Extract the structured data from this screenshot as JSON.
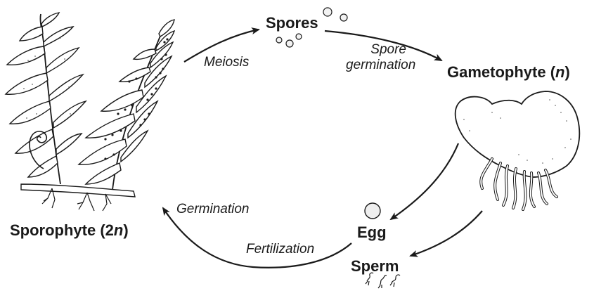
{
  "diagram": {
    "stages": {
      "spores": "Spores",
      "gametophyte_prefix": "Gametophyte (",
      "gametophyte_ploidy": "n",
      "gametophyte_suffix": ")",
      "egg": "Egg",
      "sperm": "Sperm",
      "sporophyte_prefix": "Sporophyte (2",
      "sporophyte_ploidy": "n",
      "sporophyte_suffix": ")"
    },
    "processes": {
      "meiosis": "Meiosis",
      "spore_germination_line1": "Spore",
      "spore_germination_line2": "germination",
      "germination": "Germination",
      "fertilization": "Fertilization"
    }
  },
  "colors": {
    "ink": "#1a1a1a",
    "background": "#ffffff"
  }
}
